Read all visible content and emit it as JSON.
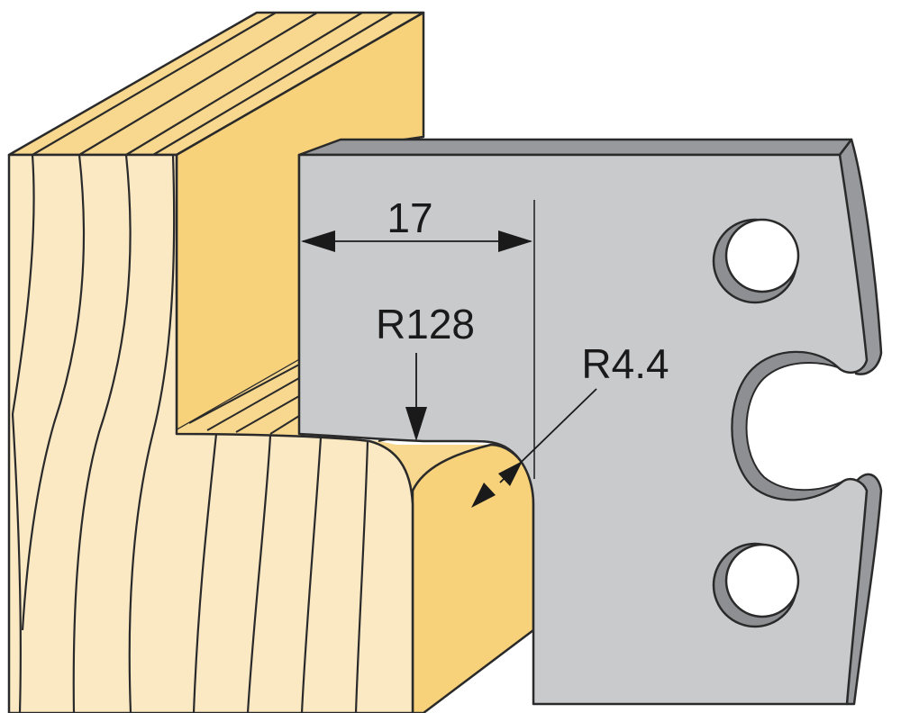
{
  "colors": {
    "wood_front": "#fbe9c4",
    "wood_top": "#f8d88e",
    "wood_side": "#f7d27a",
    "steel_face": "#c9cacc",
    "steel_edge": "#98999c",
    "hole_shadow": "#8e8f92",
    "outline": "#2a2a2a",
    "background": "#ffffff"
  },
  "dimensions": {
    "width_label": "17",
    "radius_large_label": "R128",
    "radius_small_label": "R4.4"
  }
}
